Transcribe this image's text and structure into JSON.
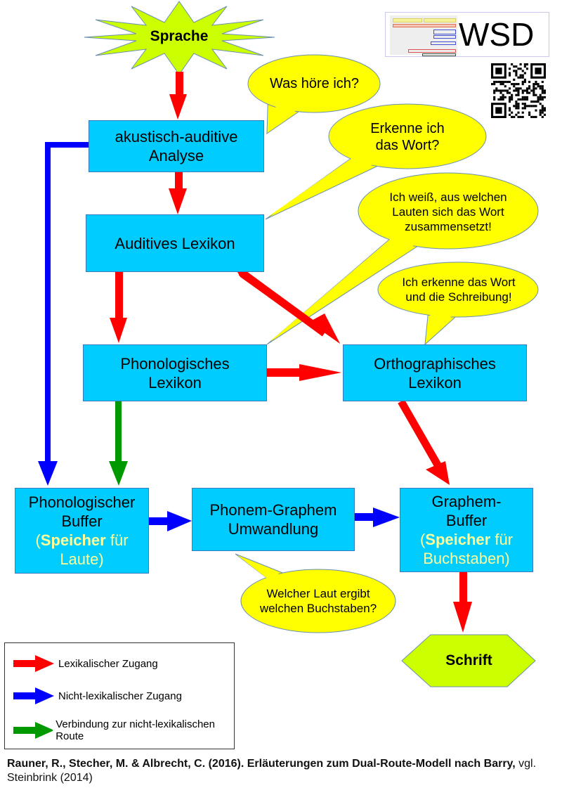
{
  "title": "Dual-Route-Modell nach Barry",
  "colors": {
    "box_fill": "#00ccff",
    "bubble_fill": "#ffff00",
    "start_end_fill": "#ccff00",
    "lexical": "#ff0000",
    "non_lexical": "#0000ff",
    "connection": "#009900",
    "note_text": "#ffff99"
  },
  "start": {
    "label": "Sprache"
  },
  "end": {
    "label": "Schrift"
  },
  "boxes": {
    "akustisch": {
      "line1": "akustisch-auditive",
      "line2": "Analyse"
    },
    "auditives": {
      "line1": "Auditives Lexikon"
    },
    "phonologisches": {
      "line1": "Phonologisches",
      "line2": "Lexikon"
    },
    "orthographisches": {
      "line1": "Orthographisches",
      "line2": "Lexikon"
    },
    "phon_buffer": {
      "line1": "Phonologischer",
      "line2": "Buffer",
      "note_open": "(",
      "note_bold": "Speicher",
      "note_rest": " für",
      "note_line2": "Laute)"
    },
    "pg_umwandlung": {
      "line1": "Phonem-Graphem",
      "line2": "Umwandlung"
    },
    "graph_buffer": {
      "line1": "Graphem-",
      "line2": "Buffer",
      "note_open": "(",
      "note_bold": "Speicher",
      "note_rest": " für",
      "note_line2": "Buchstaben)"
    }
  },
  "bubbles": {
    "was_hoere": {
      "line1": "Was höre ich?"
    },
    "erkenne": {
      "line1": "Erkenne ich",
      "line2": "das Wort?"
    },
    "ich_weiss": {
      "line1": "Ich weiß, aus welchen",
      "line2": "Lauten sich das Wort",
      "line3": "zusammensetzt!"
    },
    "ich_erkenne": {
      "line1": "Ich erkenne das Wort",
      "line2": "und die Schreibung!"
    },
    "welcher_laut": {
      "line1": "Welcher Laut ergibt",
      "line2": "welchen Buchstaben?"
    }
  },
  "legend": [
    {
      "label": "Lexikalischer Zugang",
      "color": "#ff0000"
    },
    {
      "label": "Nicht-lexikalischer Zugang",
      "color": "#0000ff"
    },
    {
      "label": "Verbindung zur nicht-lexikalischen Route",
      "color": "#009900"
    }
  ],
  "logo": {
    "label": "WSD"
  },
  "citation": {
    "bold": "Rauner, R., Stecher, M. & Albrecht, C. (2016). Erläuterungen zum Dual-Route-Modell nach Barry,",
    "normal": " vgl. Steinbrink (2014)"
  }
}
